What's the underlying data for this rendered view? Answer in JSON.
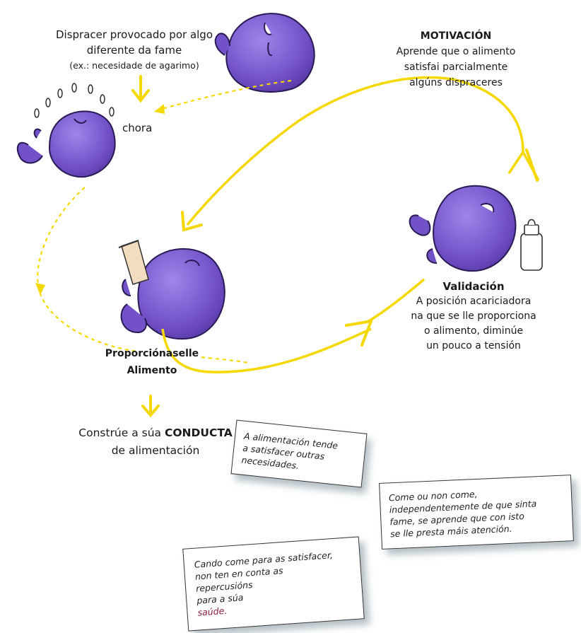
{
  "labels": {
    "displeasure": {
      "line1": "Dispracer provocado por algo",
      "line2": "diferente da fame",
      "line3": "(ex.: necesidade de agarimo)"
    },
    "cries": "chora",
    "motivation": {
      "title": "MOTIVACIÓN",
      "line1": "Aprende que o alimento",
      "line2": "satisfai parcialmente",
      "line3": "algúns dispraceres"
    },
    "validation": {
      "title": "Validación",
      "line1": "A posición acariciadora",
      "line2": "na que se lle proporciona",
      "line3": "o alimento, diminúe",
      "line4": "un pouco a tensión"
    },
    "feeding": {
      "line1": "Proporciónaselle",
      "line2": "Alimento"
    },
    "conduct": {
      "prefix": "Constrúe a súa ",
      "bold": "CONDUCTA",
      "line2": "de alimentación"
    }
  },
  "notes": {
    "note1": {
      "line1": "A alimentación tende",
      "line2": "a satisfacer outras",
      "line3": "necesidades."
    },
    "note2": {
      "line1": "Come ou non come,",
      "line2": "independentemente de que sinta",
      "line3": "fame, se aprende que con isto",
      "line4": "se lle presta máis atención."
    },
    "note3": {
      "line1": "Cando come para as satisfacer,",
      "line2": "non ten en conta as",
      "line3": "repercusións",
      "line4_prefix": "para a súa ",
      "line4_accent": "saúde."
    }
  },
  "colors": {
    "arrow_yellow": "#f5d800",
    "character_purple": "#7a5bd0",
    "note_accent": "#8a1c3b"
  },
  "icons": [
    "baby-character-sad",
    "baby-character-crying",
    "baby-character-feeding",
    "baby-character-content",
    "baby-bottle"
  ]
}
